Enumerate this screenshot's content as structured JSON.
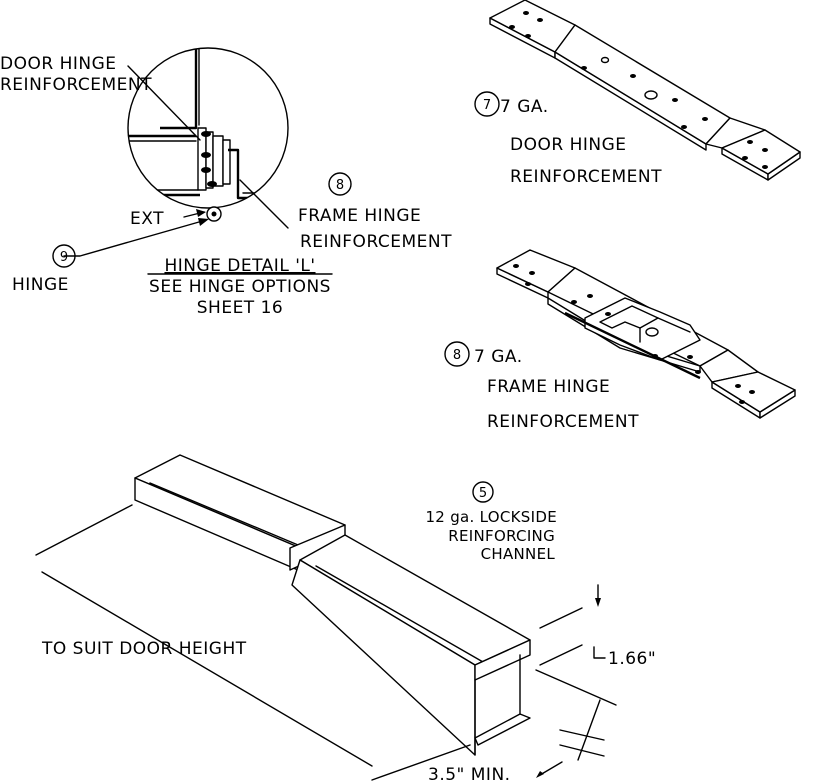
{
  "detail_l": {
    "door_hinge_label_1": "DOOR HINGE",
    "door_hinge_label_2": "REINFORCEMENT",
    "ext_label": "EXT",
    "frame_hinge_number": "8",
    "frame_hinge_label_1": "FRAME HINGE",
    "frame_hinge_label_2": "REINFORCEMENT",
    "hinge_number": "9",
    "hinge_label": "HINGE",
    "title": "HINGE DETAIL 'L'",
    "subtitle_1": "SEE HINGE OPTIONS",
    "subtitle_2": "SHEET 16"
  },
  "part_7": {
    "number": "7",
    "gauge": "7 GA.",
    "name_1": "DOOR HINGE",
    "name_2": "REINFORCEMENT"
  },
  "part_8": {
    "number": "8",
    "gauge": "7 GA.",
    "name_1": "FRAME HINGE",
    "name_2": "REINFORCEMENT"
  },
  "channel": {
    "number": "5",
    "desc_1": "12 ga. LOCKSIDE",
    "desc_2": "REINFORCING",
    "desc_3": "CHANNEL",
    "length_label": "TO SUIT DOOR HEIGHT",
    "height_dim": "1.66\"",
    "width_dim": "3.5\" MIN."
  }
}
